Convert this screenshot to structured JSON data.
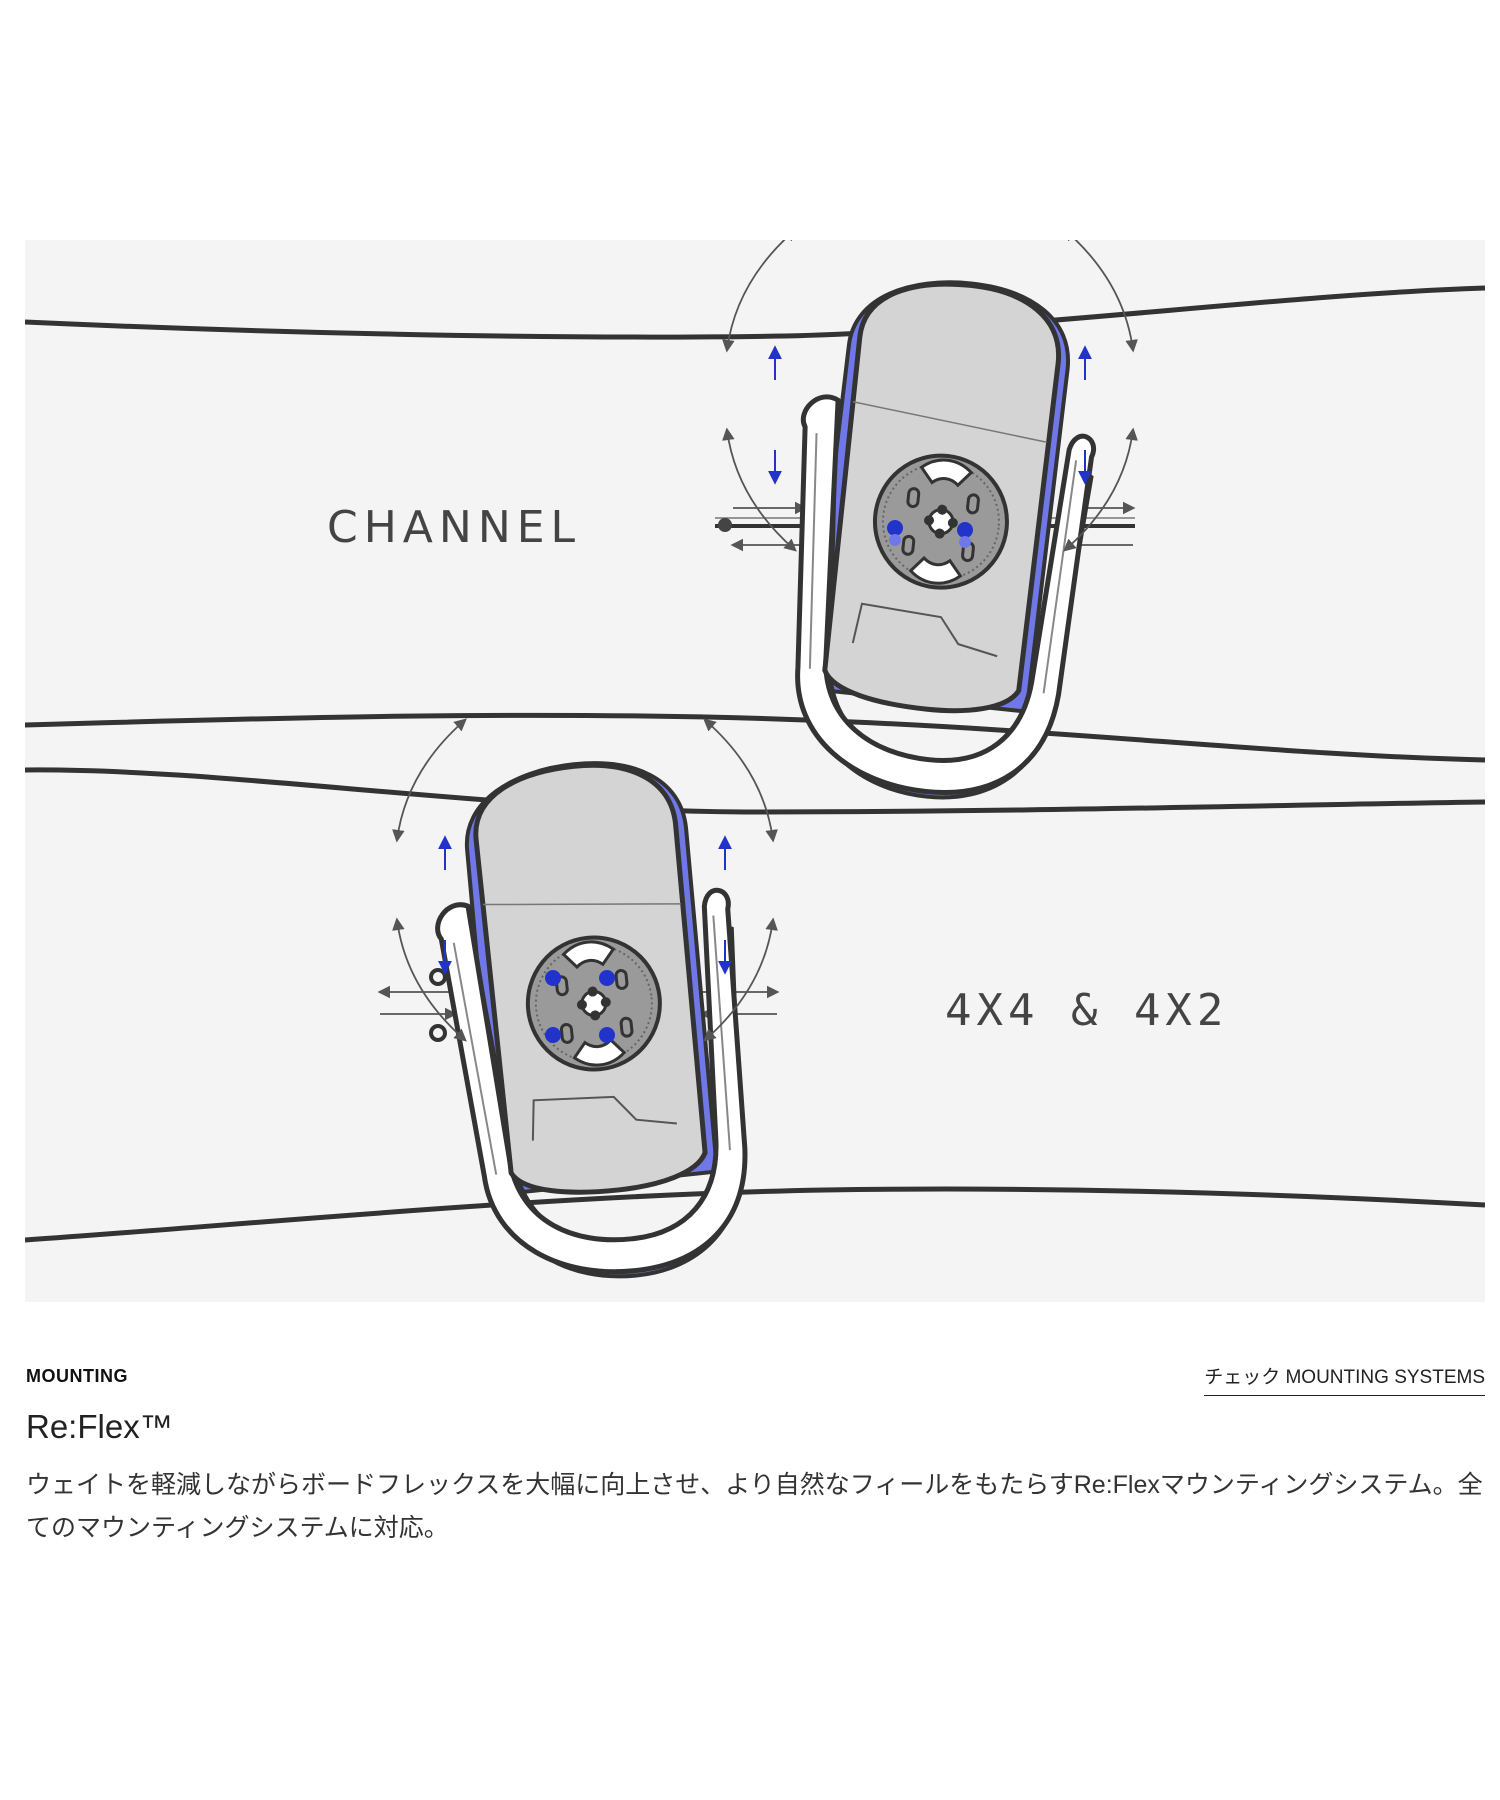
{
  "illustration": {
    "label_top": "CHANNEL",
    "label_bottom": "4X4 & 4X2",
    "accent_color": "#2233cc",
    "highlight_color": "#6f78e6",
    "line_color": "#333333",
    "panel_color": "#f4f4f4"
  },
  "section": {
    "eyebrow": "MOUNTING",
    "link_label": "チェック MOUNTING SYSTEMS",
    "title": "Re:Flex™",
    "description": "ウェイトを軽減しながらボードフレックスを大幅に向上させ、より自然なフィールをもたらすRe:Flexマウンティングシステム。全てのマウンティングシステムに対応。"
  }
}
